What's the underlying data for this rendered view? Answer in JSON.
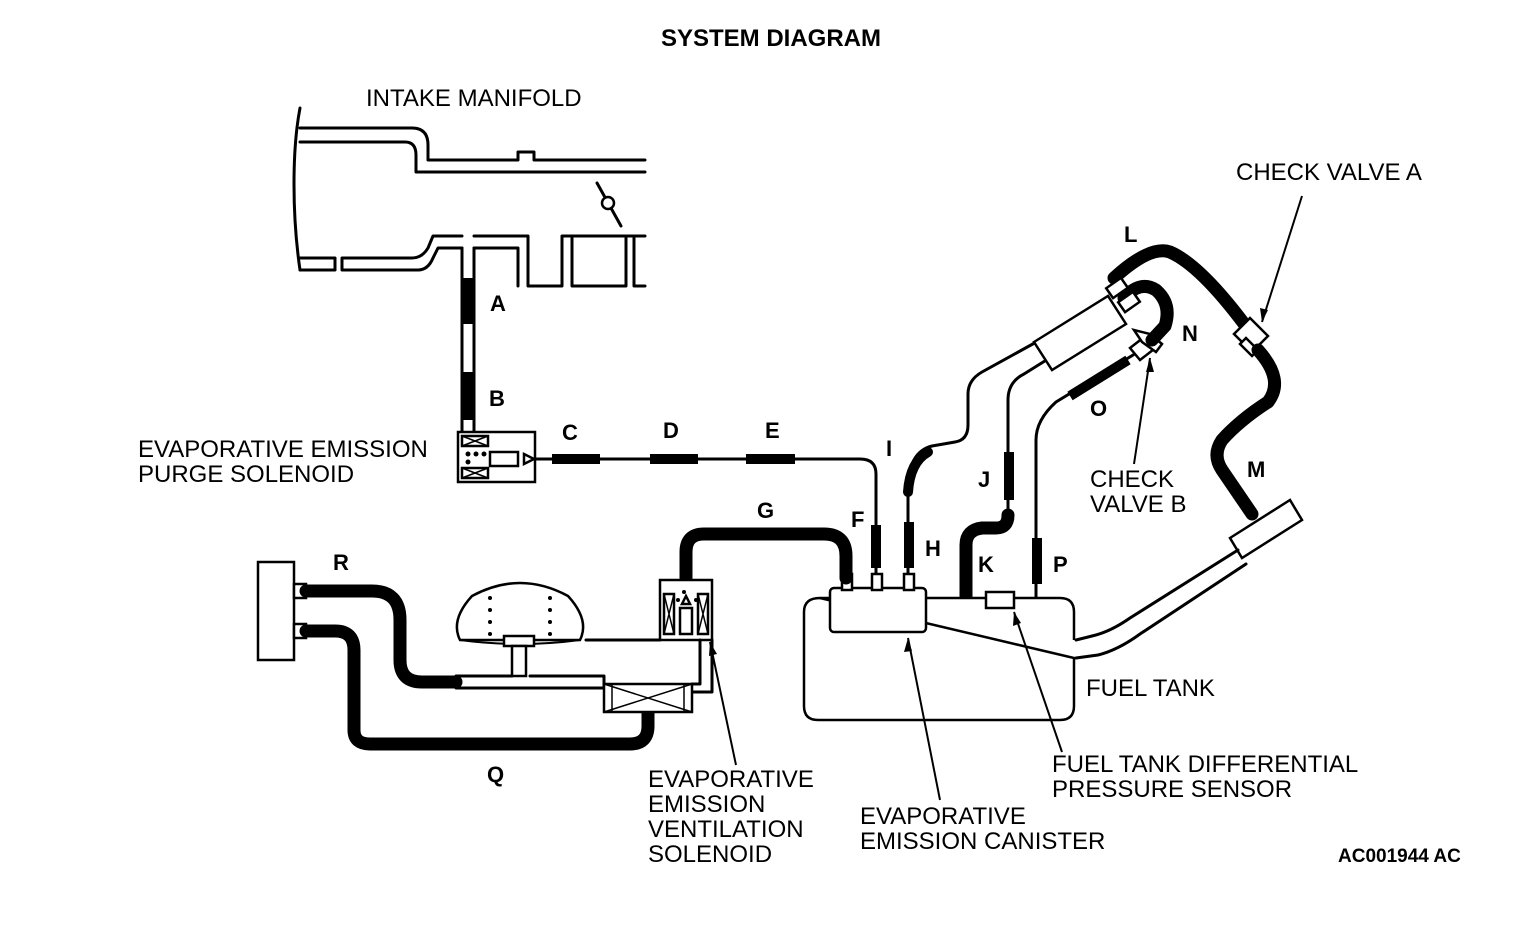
{
  "title": "SYSTEM DIAGRAM",
  "labels": {
    "intake_manifold": "INTAKE MANIFOLD",
    "check_valve_a": "CHECK VALVE A",
    "check_valve_b_line1": "CHECK",
    "check_valve_b_line2": "VALVE B",
    "purge_solenoid_line1": "EVAPORATIVE EMISSION",
    "purge_solenoid_line2": "PURGE SOLENOID",
    "fuel_tank": "FUEL TANK",
    "diff_sensor_line1": "FUEL TANK DIFFERENTIAL",
    "diff_sensor_line2": "PRESSURE SENSOR",
    "canister_line1": "EVAPORATIVE",
    "canister_line2": "EMISSION CANISTER",
    "vent_solenoid_line1": "EVAPORATIVE",
    "vent_solenoid_line2": "EMISSION",
    "vent_solenoid_line3": "VENTILATION",
    "vent_solenoid_line4": "SOLENOID"
  },
  "hose_letters": {
    "A": "A",
    "B": "B",
    "C": "C",
    "D": "D",
    "E": "E",
    "F": "F",
    "G": "G",
    "H": "H",
    "I": "I",
    "J": "J",
    "K": "K",
    "L": "L",
    "M": "M",
    "N": "N",
    "O": "O",
    "P": "P",
    "Q": "Q",
    "R": "R"
  },
  "figure_code": "AC001944 AC"
}
